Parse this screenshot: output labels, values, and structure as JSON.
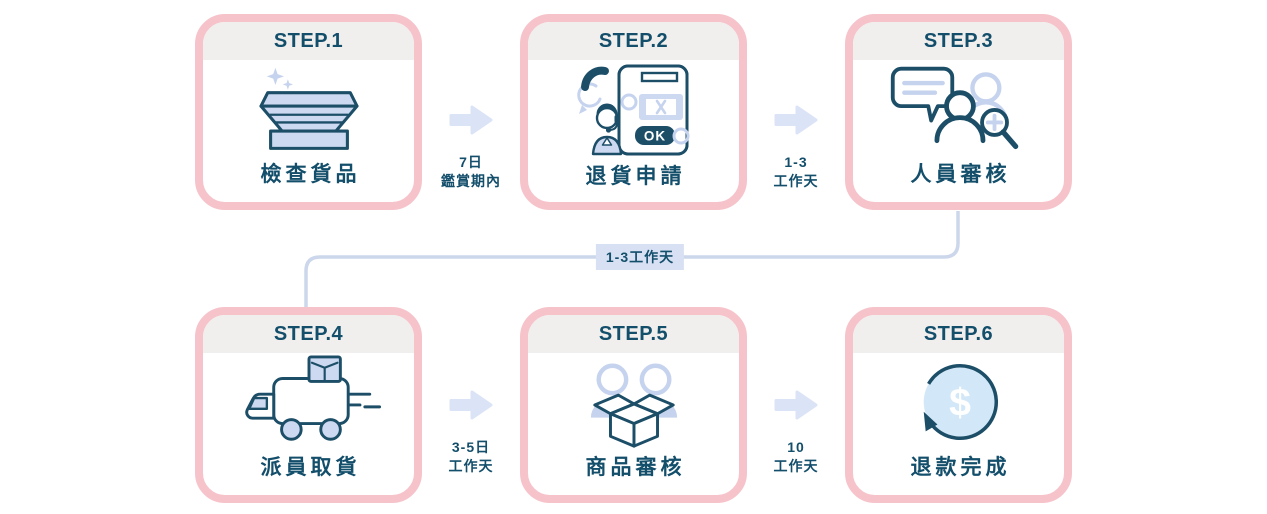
{
  "palette": {
    "pink_border": "#f6c3ca",
    "header_bg": "#f0efed",
    "text_navy": "#134e6b",
    "icon_navy": "#1d4e68",
    "lavender": "#cdd9f1",
    "light_line": "#c6d3ee",
    "arrow_fill": "#dbe3f6",
    "connector_line": "#ccd7ec",
    "badge_bg": "#d8e1f3",
    "refund_circle": "#d2e8f8"
  },
  "diagram": {
    "steps": [
      {
        "step_label": "STEP.1",
        "title": "檢查貨品",
        "icon": "open-box-icon"
      },
      {
        "step_label": "STEP.2",
        "title": "退貨申請",
        "icon": "support-call-form-icon"
      },
      {
        "step_label": "STEP.3",
        "title": "人員審核",
        "icon": "staff-review-icon"
      },
      {
        "step_label": "STEP.4",
        "title": "派員取貨",
        "icon": "delivery-truck-icon"
      },
      {
        "step_label": "STEP.5",
        "title": "商品審核",
        "icon": "product-inspection-icon"
      },
      {
        "step_label": "STEP.6",
        "title": "退款完成",
        "icon": "refund-money-icon"
      }
    ],
    "transitions": {
      "t12": {
        "line1": "7日",
        "line2": "鑑賞期內"
      },
      "t23": {
        "line1": "1-3",
        "line2": "工作天"
      },
      "t34": {
        "label": "1-3工作天"
      },
      "t45": {
        "line1": "3-5日",
        "line2": "工作天"
      },
      "t56": {
        "line1": "10",
        "line2": "工作天"
      }
    },
    "icon_text": {
      "ok_label": "OK",
      "currency_symbol": "$"
    }
  }
}
